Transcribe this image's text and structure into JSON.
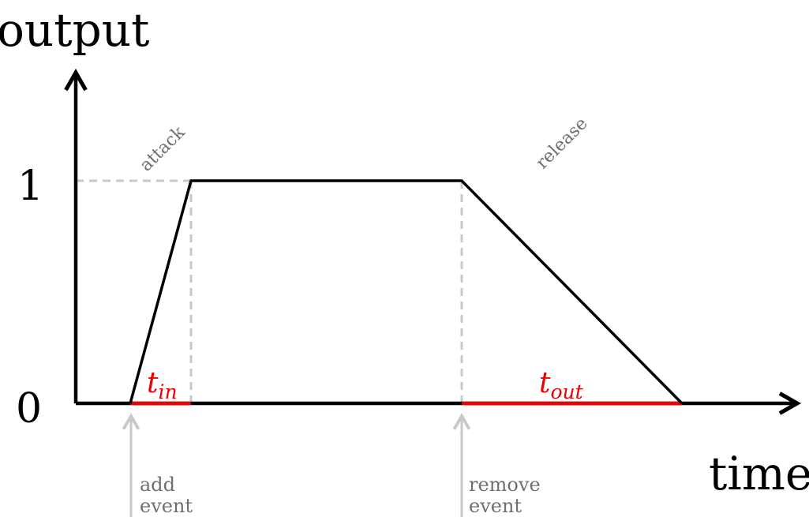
{
  "y_axis_label": "output",
  "x_axis_label": "time",
  "y_ticks": [
    "1",
    "0"
  ],
  "phase_labels": {
    "attack": "attack",
    "release": "release"
  },
  "durations": {
    "in": {
      "base": "t",
      "sub": "in"
    },
    "out": {
      "base": "t",
      "sub": "out"
    }
  },
  "events": {
    "add": [
      "add",
      "event"
    ],
    "remove": [
      "remove",
      "event"
    ]
  },
  "colors": {
    "curve": "#000000",
    "duration": "#ee0000",
    "guide": "#c8c8c8",
    "annotation": "#707070"
  }
}
